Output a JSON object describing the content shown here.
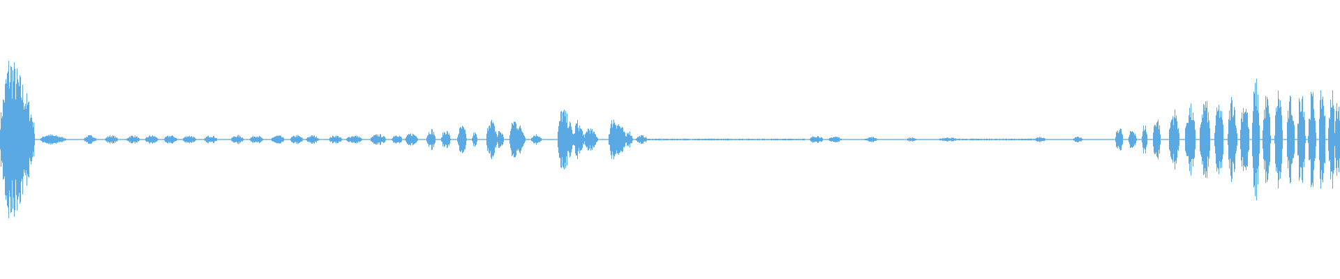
{
  "waveform": {
    "color": "#5aa9e2",
    "background": "#ffffff",
    "segments": [
      {
        "start": 0.0,
        "end": 0.026,
        "amp": 0.76,
        "shape": "burst"
      },
      {
        "start": 0.03,
        "end": 0.05,
        "amp": 0.05,
        "shape": "burst"
      },
      {
        "start": 0.062,
        "end": 0.072,
        "amp": 0.04,
        "shape": "pulse"
      },
      {
        "start": 0.078,
        "end": 0.088,
        "amp": 0.04,
        "shape": "pulse"
      },
      {
        "start": 0.094,
        "end": 0.104,
        "amp": 0.04,
        "shape": "pulse"
      },
      {
        "start": 0.108,
        "end": 0.118,
        "amp": 0.04,
        "shape": "pulse"
      },
      {
        "start": 0.122,
        "end": 0.132,
        "amp": 0.04,
        "shape": "pulse"
      },
      {
        "start": 0.136,
        "end": 0.146,
        "amp": 0.04,
        "shape": "pulse"
      },
      {
        "start": 0.152,
        "end": 0.162,
        "amp": 0.04,
        "shape": "pulse"
      },
      {
        "start": 0.172,
        "end": 0.182,
        "amp": 0.04,
        "shape": "pulse"
      },
      {
        "start": 0.186,
        "end": 0.196,
        "amp": 0.04,
        "shape": "pulse"
      },
      {
        "start": 0.202,
        "end": 0.212,
        "amp": 0.04,
        "shape": "pulse"
      },
      {
        "start": 0.216,
        "end": 0.226,
        "amp": 0.04,
        "shape": "pulse"
      },
      {
        "start": 0.228,
        "end": 0.238,
        "amp": 0.04,
        "shape": "pulse"
      },
      {
        "start": 0.245,
        "end": 0.255,
        "amp": 0.04,
        "shape": "pulse"
      },
      {
        "start": 0.258,
        "end": 0.27,
        "amp": 0.04,
        "shape": "pulse"
      },
      {
        "start": 0.276,
        "end": 0.288,
        "amp": 0.05,
        "shape": "pulse"
      },
      {
        "start": 0.292,
        "end": 0.3,
        "amp": 0.05,
        "shape": "pulse"
      },
      {
        "start": 0.302,
        "end": 0.312,
        "amp": 0.06,
        "shape": "pulse"
      },
      {
        "start": 0.318,
        "end": 0.325,
        "amp": 0.1,
        "shape": "pulse"
      },
      {
        "start": 0.329,
        "end": 0.336,
        "amp": 0.09,
        "shape": "pulse"
      },
      {
        "start": 0.341,
        "end": 0.348,
        "amp": 0.13,
        "shape": "pulse"
      },
      {
        "start": 0.352,
        "end": 0.356,
        "amp": 0.07,
        "shape": "pulse"
      },
      {
        "start": 0.363,
        "end": 0.371,
        "amp": 0.22,
        "shape": "burst"
      },
      {
        "start": 0.371,
        "end": 0.376,
        "amp": 0.1,
        "shape": "burst"
      },
      {
        "start": 0.38,
        "end": 0.392,
        "amp": 0.2,
        "shape": "burst"
      },
      {
        "start": 0.396,
        "end": 0.404,
        "amp": 0.05,
        "shape": "pulse"
      },
      {
        "start": 0.416,
        "end": 0.428,
        "amp": 0.3,
        "shape": "burst"
      },
      {
        "start": 0.428,
        "end": 0.436,
        "amp": 0.18,
        "shape": "burst"
      },
      {
        "start": 0.436,
        "end": 0.446,
        "amp": 0.12,
        "shape": "burst"
      },
      {
        "start": 0.454,
        "end": 0.467,
        "amp": 0.22,
        "shape": "burst"
      },
      {
        "start": 0.467,
        "end": 0.472,
        "amp": 0.1,
        "shape": "burst"
      },
      {
        "start": 0.474,
        "end": 0.483,
        "amp": 0.04,
        "shape": "pulse"
      },
      {
        "start": 0.483,
        "end": 0.6,
        "amp": 0.008,
        "shape": "noise"
      },
      {
        "start": 0.604,
        "end": 0.614,
        "amp": 0.04,
        "shape": "pulse"
      },
      {
        "start": 0.618,
        "end": 0.628,
        "amp": 0.03,
        "shape": "pulse"
      },
      {
        "start": 0.645,
        "end": 0.655,
        "amp": 0.025,
        "shape": "pulse"
      },
      {
        "start": 0.676,
        "end": 0.684,
        "amp": 0.02,
        "shape": "pulse"
      },
      {
        "start": 0.7,
        "end": 0.715,
        "amp": 0.02,
        "shape": "pulse"
      },
      {
        "start": 0.715,
        "end": 0.772,
        "amp": 0.008,
        "shape": "noise"
      },
      {
        "start": 0.772,
        "end": 0.78,
        "amp": 0.03,
        "shape": "pulse"
      },
      {
        "start": 0.8,
        "end": 0.808,
        "amp": 0.025,
        "shape": "pulse"
      },
      {
        "start": 0.832,
        "end": 0.838,
        "amp": 0.12,
        "shape": "pulse"
      },
      {
        "start": 0.842,
        "end": 0.848,
        "amp": 0.1,
        "shape": "pulse"
      },
      {
        "start": 0.852,
        "end": 0.856,
        "amp": 0.15,
        "shape": "pulse"
      },
      {
        "start": 0.86,
        "end": 0.866,
        "amp": 0.22,
        "shape": "pulse"
      },
      {
        "start": 0.872,
        "end": 0.88,
        "amp": 0.28,
        "shape": "pulse"
      },
      {
        "start": 0.884,
        "end": 0.892,
        "amp": 0.32,
        "shape": "pulse"
      },
      {
        "start": 0.895,
        "end": 0.903,
        "amp": 0.38,
        "shape": "pulse"
      },
      {
        "start": 0.906,
        "end": 0.913,
        "amp": 0.34,
        "shape": "pulse"
      },
      {
        "start": 0.916,
        "end": 0.923,
        "amp": 0.42,
        "shape": "pulse"
      },
      {
        "start": 0.925,
        "end": 0.932,
        "amp": 0.38,
        "shape": "pulse"
      },
      {
        "start": 0.934,
        "end": 0.94,
        "amp": 0.55,
        "shape": "pulse"
      },
      {
        "start": 0.942,
        "end": 0.948,
        "amp": 0.42,
        "shape": "pulse"
      },
      {
        "start": 0.951,
        "end": 0.957,
        "amp": 0.48,
        "shape": "pulse"
      },
      {
        "start": 0.96,
        "end": 0.966,
        "amp": 0.4,
        "shape": "pulse"
      },
      {
        "start": 0.968,
        "end": 0.974,
        "amp": 0.52,
        "shape": "pulse"
      },
      {
        "start": 0.976,
        "end": 0.982,
        "amp": 0.45,
        "shape": "pulse"
      },
      {
        "start": 0.984,
        "end": 0.989,
        "amp": 0.5,
        "shape": "pulse"
      },
      {
        "start": 0.991,
        "end": 0.996,
        "amp": 0.48,
        "shape": "pulse"
      },
      {
        "start": 0.996,
        "end": 1.0,
        "amp": 0.4,
        "shape": "pulse"
      }
    ]
  }
}
